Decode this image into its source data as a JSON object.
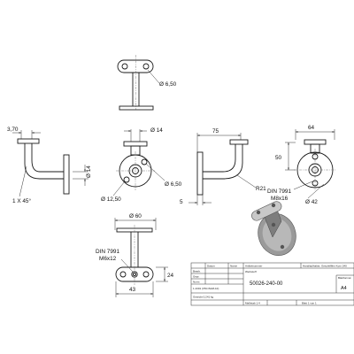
{
  "dimensions": {
    "top_hole_dia": "Ø 6,50",
    "left_offset": "3,70",
    "left_dia": "Ø 14",
    "left_chamfer": "1 X 45°",
    "front_dia14": "Ø 14",
    "front_hole_dia": "Ø 6,50",
    "front_bolt_circle": "Ø 12,50",
    "side_width": "75",
    "side_radius": "R21",
    "side_thickness": "5",
    "side_din": "DIN 7991",
    "side_thread": "M8x16",
    "right_width": "64",
    "right_height": "50",
    "right_dia": "Ø 42",
    "bottom_dia": "Ø 60",
    "bottom_din": "DIN 7991",
    "bottom_thread": "M6x12",
    "bottom_height": "24",
    "bottom_width": "43"
  },
  "title_block": {
    "col_datum": "Datum",
    "col_name": "Name",
    "row_bearb": "Bearb.",
    "row_gepr": "Gepr.",
    "row_norm": "Norm",
    "article_label": "Artikelnummer",
    "material_label": "Werkstoff",
    "material_value": "1.4301 (X5CrNi18-10)",
    "drawing_number": "50026-240-00",
    "description": "Handlaufhalter, Geschlifffen Korn 240",
    "scale_label": "Maßstab 1:4",
    "weight_label": "Gewicht 0,241 kg",
    "sheet_label": "Blatt 1 von 1",
    "format": "A4",
    "sheet_format_label": "Blattformat"
  }
}
